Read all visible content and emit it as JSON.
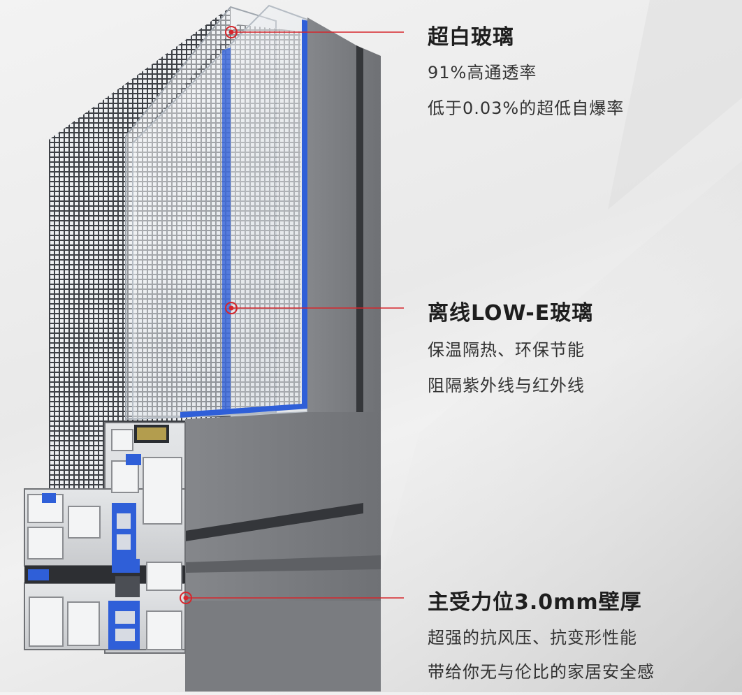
{
  "callouts": [
    {
      "title": "超白玻璃",
      "lines": [
        "91%高通透率",
        "低于0.03%的超低自爆率"
      ]
    },
    {
      "title": "离线LOW-E玻璃",
      "lines": [
        "保温隔热、环保节能",
        "阻隔紫外线与红外线"
      ]
    },
    {
      "title": "主受力位3.0mm壁厚",
      "lines": [
        "超强的抗风压、抗变形性能",
        "带给你无与伦比的家居安全感"
      ]
    }
  ],
  "colors": {
    "marker": "#d6262c",
    "frame": "#7b7d80",
    "gasket": "#2f5fd8",
    "mesh": "#4a4d52"
  }
}
